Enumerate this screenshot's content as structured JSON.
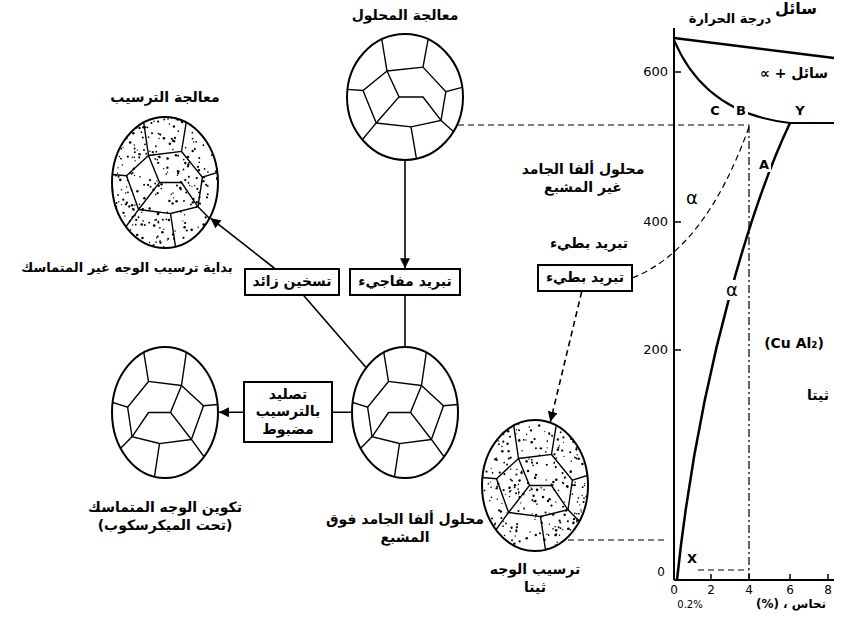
{
  "diagram": {
    "nodes": [
      {
        "text": [
          "معالجة المحلول",
          "محلول ألفا الجامد غير المشبع"
        ]
      },
      {
        "text": [
          "تبريد مفاجيء"
        ]
      },
      {
        "text": [
          "محلول ألفا الجامد فوق المشبع"
        ]
      },
      {
        "text": [
          "تسخين زائد"
        ]
      },
      {
        "text": [
          "معالجة الترسيب",
          "بداية ترسيب الوجه غير المتماسك"
        ]
      },
      {
        "text": [
          "تصليد بالترسيب مضبوط"
        ]
      },
      {
        "text": [
          "تكوين الوجه المتماسك (تحت الميكرسكوب)"
        ]
      },
      {
        "text": [
          "تبريد بطيء"
        ]
      },
      {
        "text": [
          "ترسيب الوجه ثيتا"
        ]
      }
    ],
    "edges": [
      {
        "from": 0,
        "to": 1,
        "arrow": "to"
      },
      {
        "from": 1,
        "to": 2,
        "arrow": "none"
      },
      {
        "from": 2,
        "to": 3,
        "arrow": "none"
      },
      {
        "from": 3,
        "to": 4,
        "arrow": "to"
      },
      {
        "from": 2,
        "to": 5,
        "arrow": "none"
      },
      {
        "from": 5,
        "to": 6,
        "arrow": "to"
      },
      {
        "from": 7,
        "to": 8,
        "arrow": "to"
      }
    ],
    "labels": [
      "سائل",
      "درجة الحرارة",
      "سائل + ∝",
      "600",
      "C",
      "B",
      "Y",
      "A",
      "α",
      "400",
      "تبريد بطيء",
      "α",
      "200",
      "(Cu Al₂)",
      "ثيتا",
      "0",
      "X",
      "0",
      "0.2%",
      "2",
      "4",
      "6",
      "8",
      "نحاس ، (%)"
    ]
  }
}
